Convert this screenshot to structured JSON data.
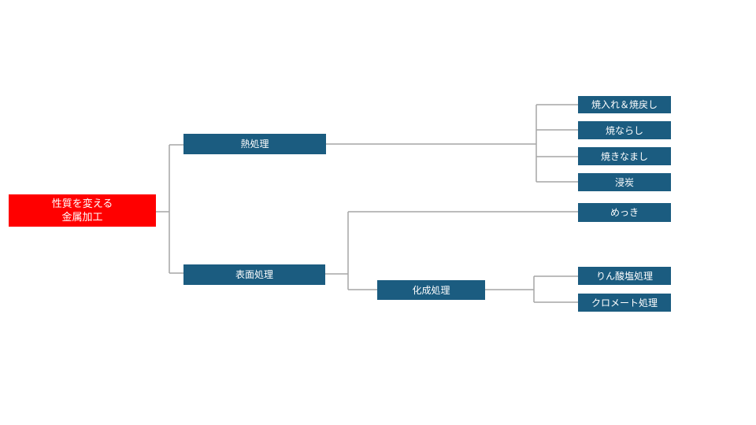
{
  "diagram": {
    "line_color": "#a6a6a6",
    "root": {
      "label": "性質を変える\n金属加工",
      "color": "#ff0000"
    },
    "node_color": "#1b5c80",
    "categories": [
      {
        "label": "熱処理",
        "items": [
          "焼入れ＆焼戻し",
          "焼ならし",
          "焼きなまし",
          "浸炭"
        ]
      },
      {
        "label": "表面処理",
        "items": [
          "めっき"
        ],
        "sub": {
          "label": "化成処理",
          "items": [
            "りん酸塩処理",
            "クロメート処理"
          ]
        }
      }
    ]
  }
}
